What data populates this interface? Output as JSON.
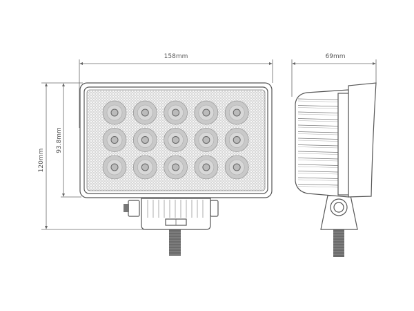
{
  "dimensions": {
    "width": "158mm",
    "lens_height": "93.8mm",
    "total_height": "120mm",
    "depth": "69mm"
  },
  "led_grid": {
    "rows": 3,
    "columns": 5
  },
  "colors": {
    "line": "#555555",
    "mesh": "#bdbdbd",
    "cable": "#6b6b6b"
  }
}
